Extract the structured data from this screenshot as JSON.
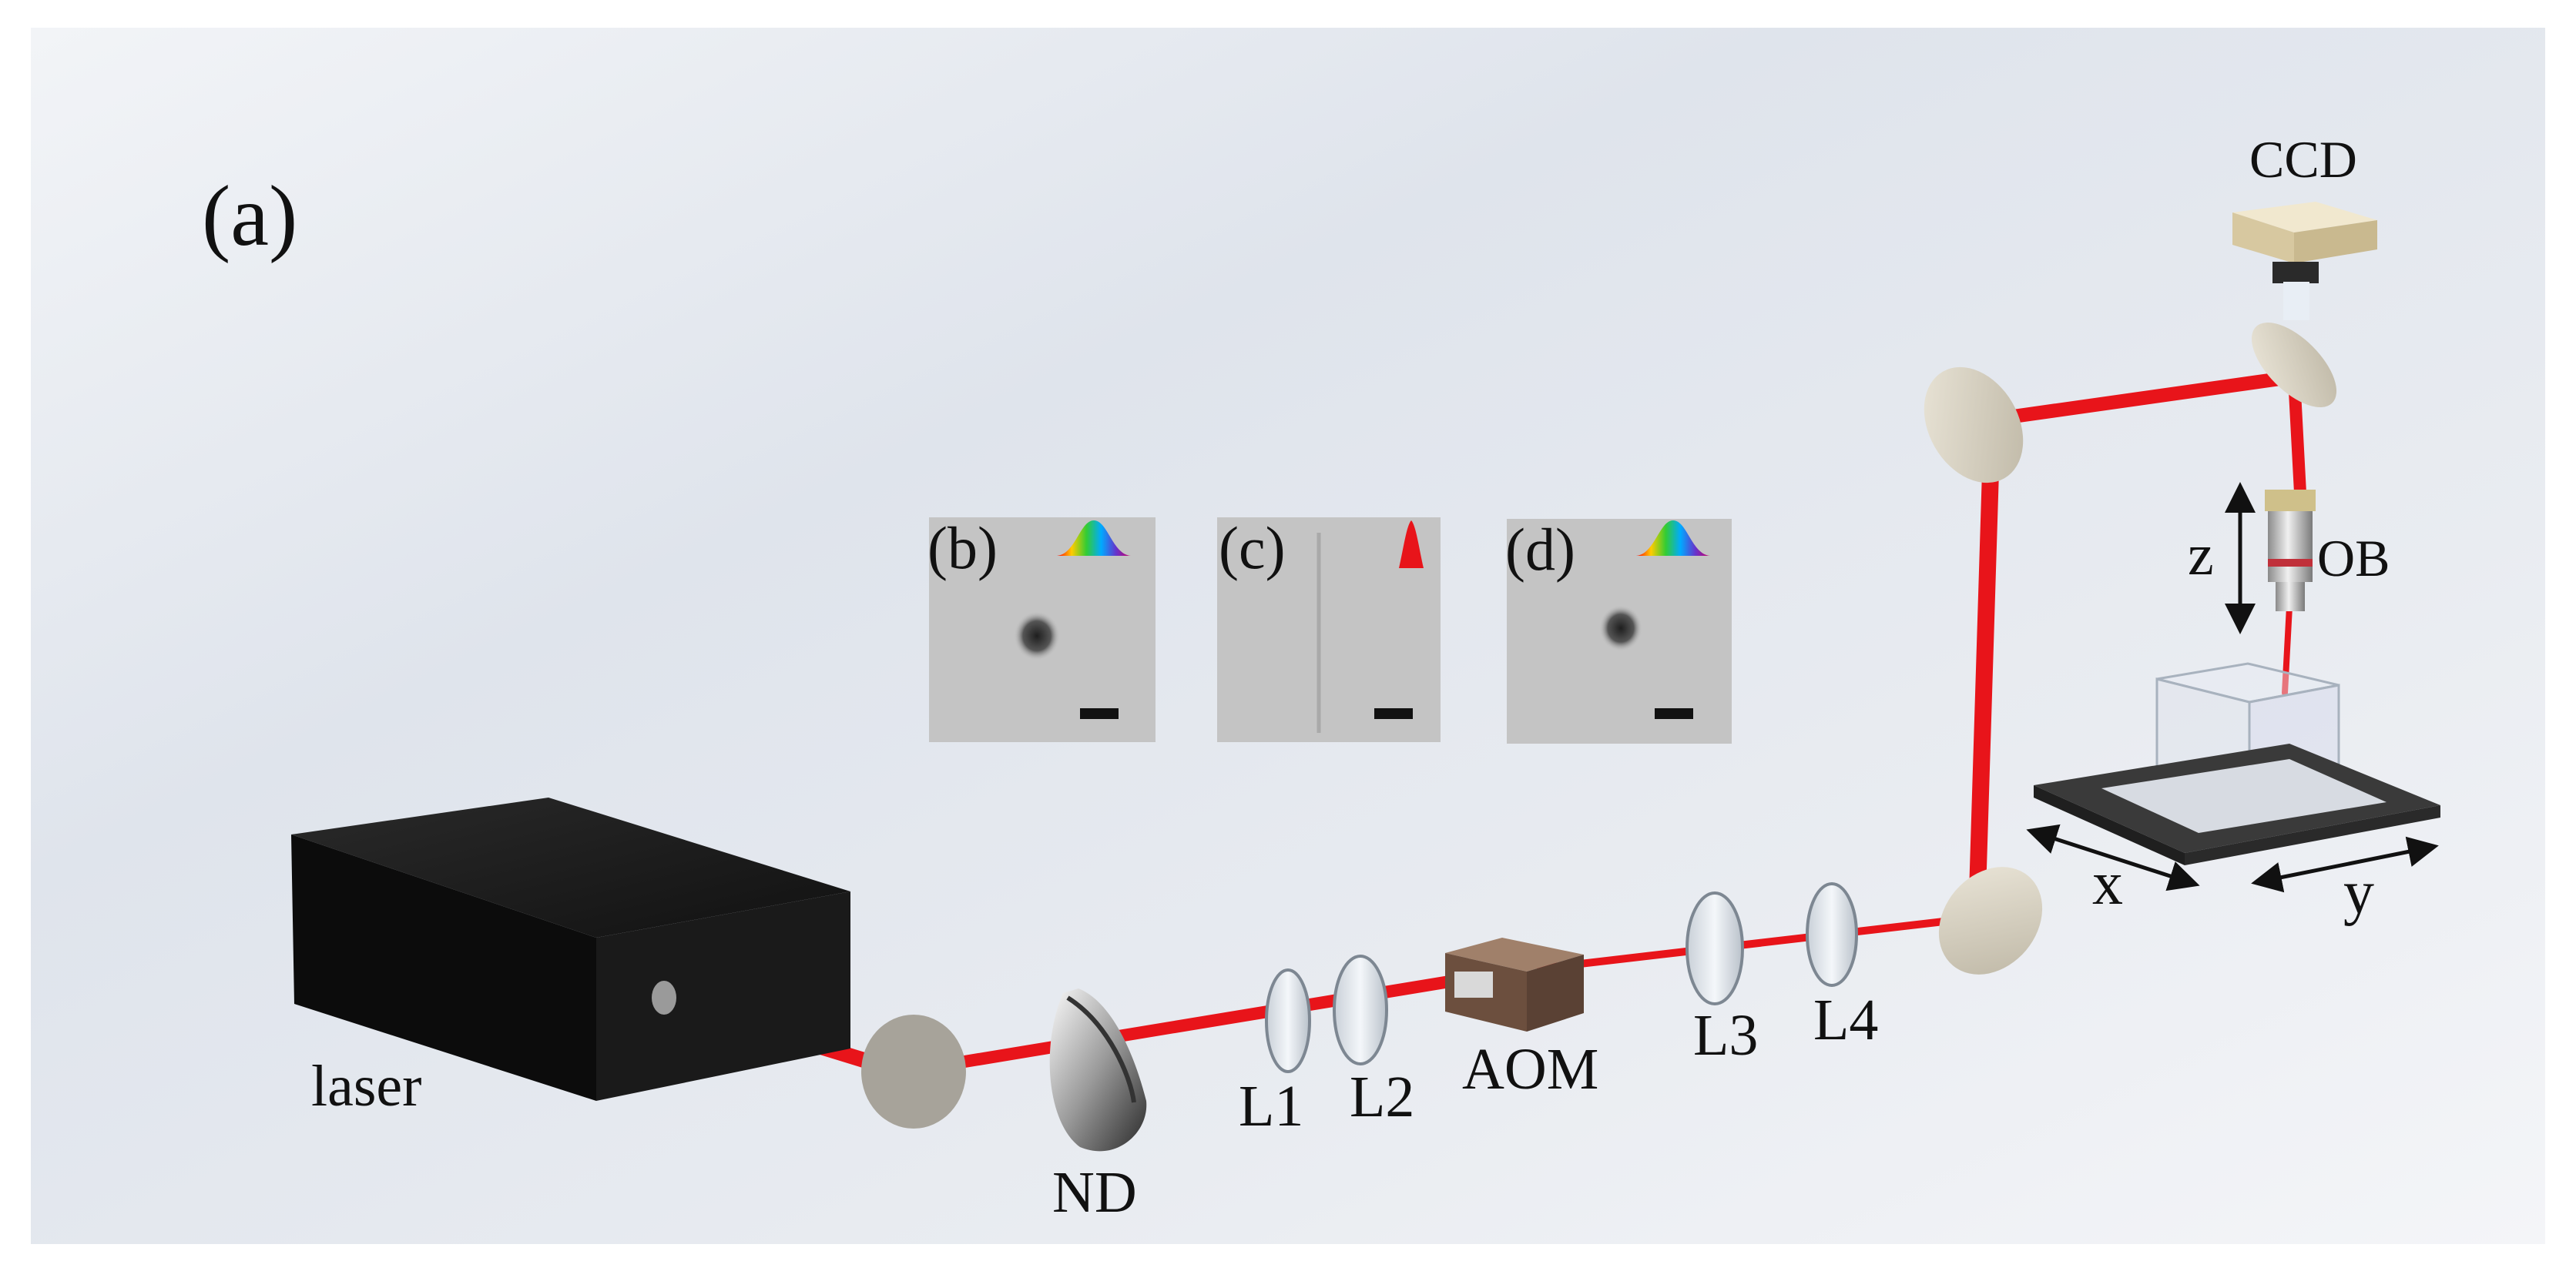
{
  "panel_label": "(a)",
  "labels": {
    "ccd": "CCD",
    "ob": "OB",
    "z": "z",
    "x": "x",
    "y": "y",
    "laser": "laser",
    "nd": "ND",
    "l1": "L1",
    "l2": "L2",
    "aom": "AOM",
    "l3": "L3",
    "l4": "L4"
  },
  "insets": [
    {
      "label": "(b)",
      "profile": "gaussian-rainbow"
    },
    {
      "label": "(c)",
      "profile": "red-peak"
    },
    {
      "label": "(d)",
      "profile": "gaussian-rainbow"
    }
  ],
  "colors": {
    "beam": "#e8141a",
    "background": "#e4e8ef",
    "laser_body": "#141414",
    "mirror": "#d8d2c2",
    "aom": "#8a6a55",
    "ccd": "#e6dcc0",
    "inset_bg": "#c4c4c4"
  }
}
